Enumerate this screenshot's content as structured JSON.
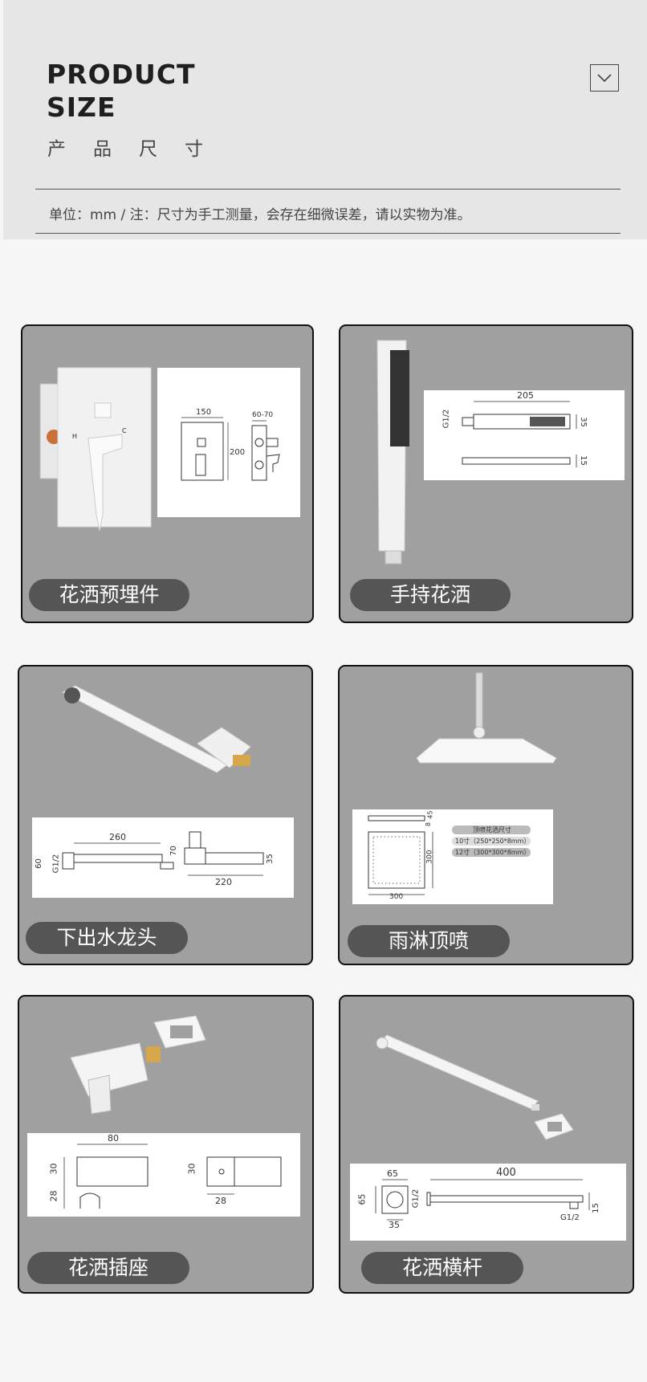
{
  "header": {
    "title_line1": "PRODUCT",
    "title_line2": "SIZE",
    "subtitle": "产品尺寸",
    "note": "单位：mm / 注：尺寸为手工测量，会存在细微误差，请以实物为准。"
  },
  "products": [
    {
      "label": "花洒预埋件",
      "dims": {
        "width": "150",
        "height": "200",
        "depth": "60-70",
        "hot": "H",
        "cold": "C"
      }
    },
    {
      "label": "手持花洒",
      "dims": {
        "length": "205",
        "width": "35",
        "thickness": "15",
        "thread": "G1/2"
      }
    },
    {
      "label": "下出水龙头",
      "dims": {
        "length": "260",
        "height": "60",
        "thread": "G1/2",
        "riser": "70",
        "width": "35",
        "base": "220"
      }
    },
    {
      "label": "雨淋顶喷",
      "dims": {
        "top": "45",
        "thick": "8",
        "side": "300",
        "bottom": "300",
        "spec_title": "顶喷花洒尺寸",
        "spec_10": "10寸（250*250*8mm）",
        "spec_12": "12寸（300*300*8mm）"
      }
    },
    {
      "label": "花洒插座",
      "dims": {
        "length": "80",
        "upper": "30",
        "lower": "28",
        "side_h": "30",
        "side_w": "28"
      }
    },
    {
      "label": "花洒横杆",
      "dims": {
        "flange": "65",
        "flange_h": "65",
        "inner": "35",
        "thread_left": "G1/2",
        "length": "400",
        "thread_right": "G1/2",
        "thick": "15"
      }
    }
  ]
}
